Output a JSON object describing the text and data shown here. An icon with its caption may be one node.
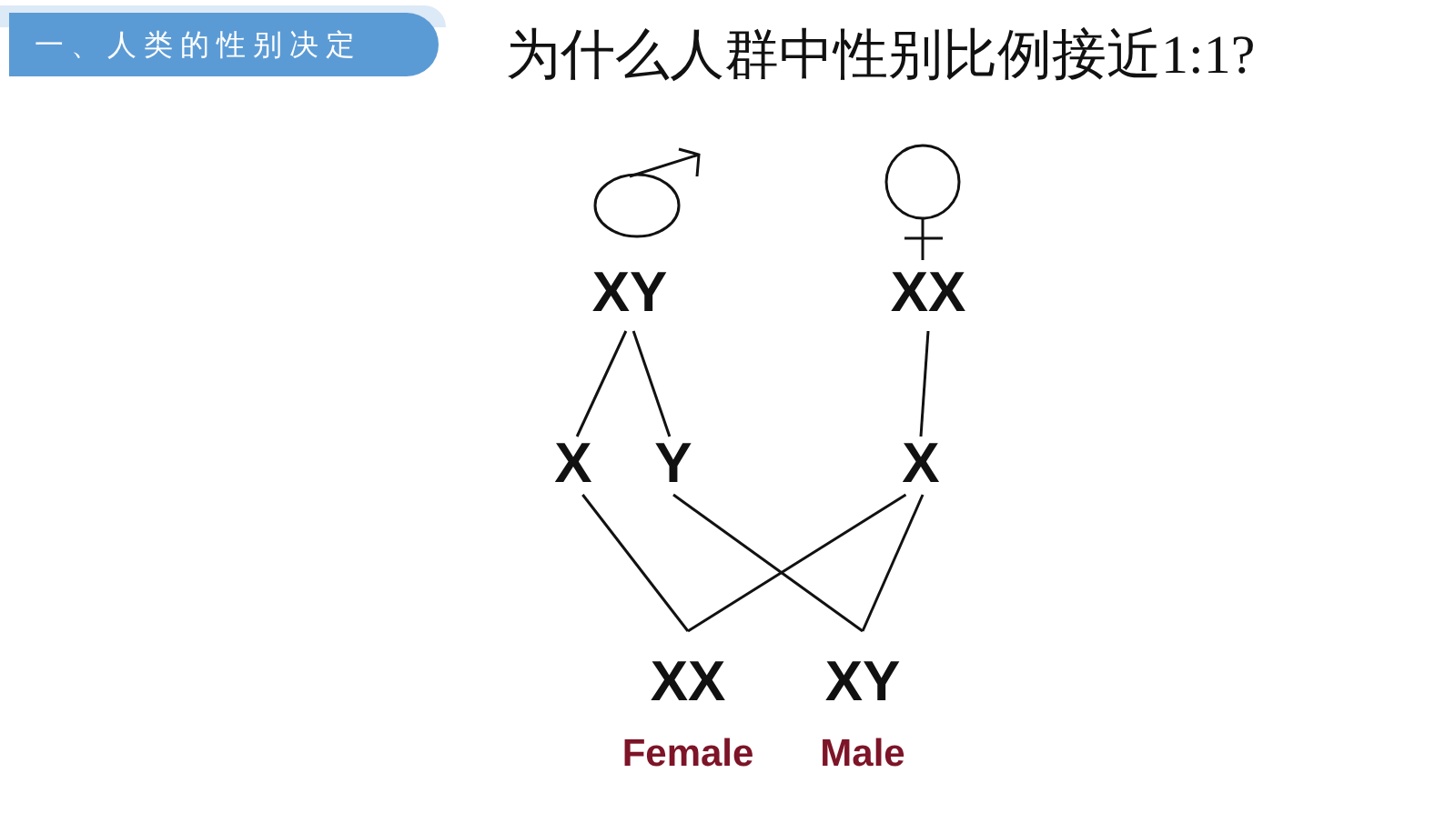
{
  "diagram": {
    "title": "为什么人群中性别比例接近1:1?",
    "nodes": [
      {
        "text": [
          "一、人类的性别决定"
        ]
      },
      {
        "text": [
          "XY"
        ]
      },
      {
        "text": [
          "XX"
        ]
      },
      {
        "text": [
          "X"
        ]
      },
      {
        "text": [
          "Y"
        ]
      },
      {
        "text": [
          "X"
        ]
      },
      {
        "text": [
          "XX"
        ],
        "beside": [
          "Female"
        ]
      },
      {
        "text": [
          "XY"
        ],
        "beside": [
          "Male"
        ]
      }
    ],
    "edges": [
      {
        "from": 1,
        "to": 3,
        "arrow": "none"
      },
      {
        "from": 1,
        "to": 4,
        "arrow": "none"
      },
      {
        "from": 2,
        "to": 5,
        "arrow": "none"
      },
      {
        "from": 3,
        "to": 6,
        "arrow": "none"
      },
      {
        "from": 5,
        "to": 6,
        "arrow": "none"
      },
      {
        "from": 4,
        "to": 7,
        "arrow": "none"
      },
      {
        "from": 5,
        "to": 7,
        "arrow": "none"
      }
    ]
  }
}
